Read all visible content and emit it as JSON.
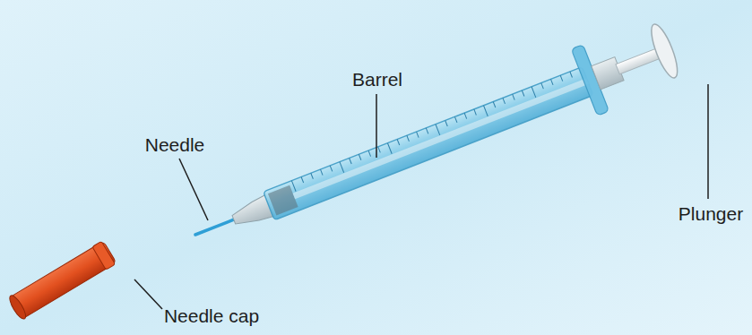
{
  "diagram": {
    "labels": [
      "Needle",
      "Barrel",
      "Plunger",
      "Needle cap"
    ]
  }
}
